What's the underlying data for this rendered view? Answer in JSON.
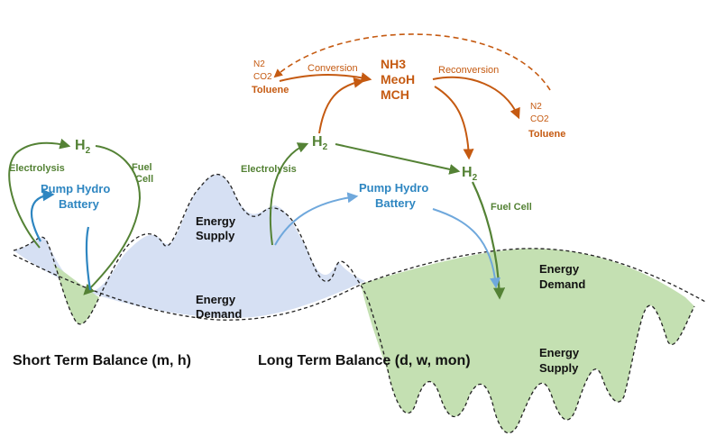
{
  "colors": {
    "orange": "#c55a11",
    "green": "#548235",
    "blue": "#2e86c1",
    "light_blue": "#6fa8dc",
    "supply_fill": "#d6e0f3",
    "demand_fill": "#c4e0b2",
    "text": "#111111"
  },
  "orange": {
    "left_inputs": [
      "N2",
      "CO2",
      "Toluene"
    ],
    "conversion": "Conversion",
    "products": [
      "NH3",
      "MeoH",
      "MCH"
    ],
    "reconversion": "Reconversion",
    "right_outputs": [
      "N2",
      "CO2",
      "Toluene"
    ]
  },
  "short_term": {
    "h2": "H",
    "h2_sub": "2",
    "electrolysis": "Electrolysis",
    "fuel_cell_1": "Fuel",
    "fuel_cell_2": "Cell",
    "storage_1": "Pump Hydro",
    "storage_2": "Battery",
    "supply_1": "Energy",
    "supply_2": "Supply",
    "demand_1": "Energy",
    "demand_2": "Demand",
    "caption": "Short Term Balance (m, h)"
  },
  "long_term": {
    "h2_left": "H",
    "h2_right": "H",
    "h2_sub": "2",
    "electrolysis": "Electrolysis",
    "fuel_cell": "Fuel Cell",
    "storage_1": "Pump Hydro",
    "storage_2": "Battery",
    "demand_1": "Energy",
    "demand_2": "Demand",
    "supply_1": "Energy",
    "supply_2": "Supply",
    "caption": "Long Term Balance (d, w, mon)"
  }
}
